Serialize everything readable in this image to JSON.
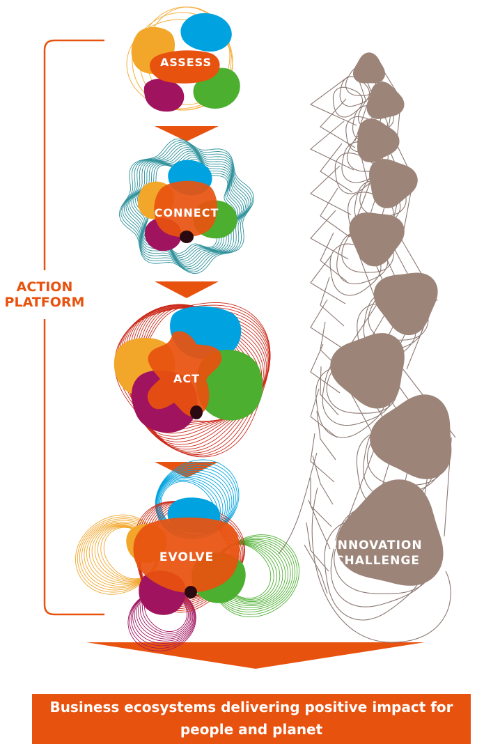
{
  "stages": [
    {
      "label": "ASSESS"
    },
    {
      "label": "CONNECT"
    },
    {
      "label": "ACT"
    },
    {
      "label": "EVOLVE"
    }
  ],
  "side_label": {
    "line1": "ACTION",
    "line2": "PLATFORM"
  },
  "innovation_label": {
    "line1": "INNOVATION",
    "line2": "CHALLENGE"
  },
  "banner_text": "Business ecosystems delivering positive impact for people and planet",
  "colors": {
    "orange": "#e8520f",
    "yellow": "#f2a62a",
    "blue": "#00a3e0",
    "green": "#4caf2f",
    "magenta": "#a0135e",
    "teal": "#2a8f99",
    "red": "#cc2a1a",
    "brown": "#9c8479",
    "brown_line": "#7a6660"
  }
}
